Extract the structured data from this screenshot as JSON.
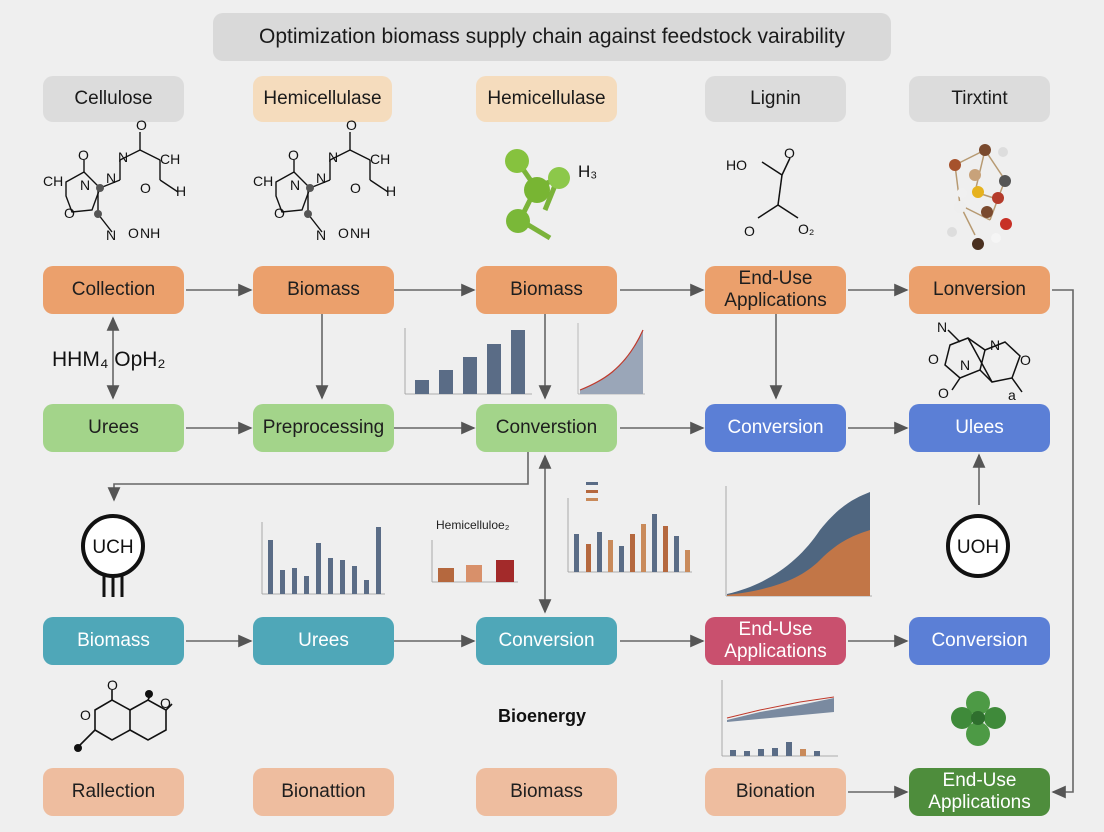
{
  "title": "Optimization biomass supply chain against feedstock vairability",
  "headers": [
    "Cellulose",
    "Hemicellulase",
    "Hemicellulase",
    "Lignin",
    "Tirxtint"
  ],
  "row1": [
    "Collection",
    "Biomass",
    "Biomass",
    "End-Use Applications",
    "Lonversion"
  ],
  "row2": [
    "Urees",
    "Preprocessing",
    "Converstion",
    "Conversion",
    "Ulees"
  ],
  "row3": [
    "Biomass",
    "Urees",
    "Conversion",
    "End-Use Applications",
    "Conversion"
  ],
  "row4": [
    "Rallection",
    "Bionattion",
    "Biomass",
    "Bionation",
    "End-Use Applications"
  ],
  "labels": {
    "hhm": "HHM₄  OpH₂",
    "bioenergy": "Bioenergy",
    "uch": "UCH",
    "uoh": "UOH",
    "hemicellulose_chart": "Hemicelluloe₂"
  },
  "chem": {
    "h3": "H₃",
    "o2": "O₂",
    "ho": "HO"
  },
  "colors": {
    "orange": "#eba06c",
    "green": "#a3d48a",
    "blue": "#5b7fd6",
    "teal": "#4fa7b8",
    "pink": "#c9506e",
    "peach": "#eebd9f",
    "dark_green": "#4e8d3c"
  }
}
